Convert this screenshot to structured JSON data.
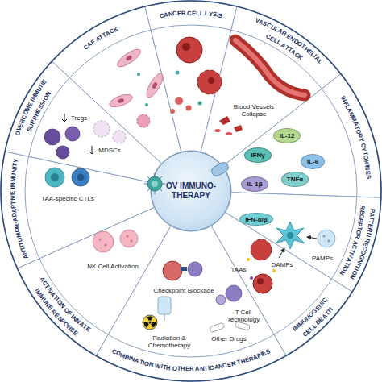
{
  "diagram": {
    "nodes": [
      {
        "text": [
          "CAF ATTACK"
        ]
      },
      {
        "text": [
          "CANCER CELL LYSIS"
        ]
      },
      {
        "text": [
          "VASCULAR ENDOTHELIAL CELL ATTACK"
        ]
      },
      {
        "text": [
          "INFLAMMATORY CYTOKINES"
        ]
      },
      {
        "text": [
          "PATTERN RECOGNITION RECEPTOR ACTIVATION"
        ]
      },
      {
        "text": [
          "IMMUNOGENIC CELL DEATH"
        ]
      },
      {
        "text": [
          "COMBINATION WITH OTHER ANTICANCER THERAPIES"
        ]
      },
      {
        "text": [
          "ACTIVATION OF INNATE IMMUNE RESPONSE"
        ]
      },
      {
        "text": [
          "ANTITUMOR-ADAPTIVE IMMUNITY"
        ]
      },
      {
        "text": [
          "OVERCOME IMMUNE SUPPRESSION"
        ]
      },
      {
        "text": [
          "OV IMMUNO-THERAPY"
        ]
      },
      {
        "text": [
          "IL-12"
        ],
        "in": 3
      },
      {
        "text": [
          "IFNγ"
        ],
        "in": 3
      },
      {
        "text": [
          "IL-6"
        ],
        "in": 3
      },
      {
        "text": [
          "IL-1β"
        ],
        "in": 3
      },
      {
        "text": [
          "TNFα"
        ],
        "in": 3
      },
      {
        "text": [
          "IFN-α/β"
        ],
        "in": 4
      }
    ],
    "labels": [
      "Tregs",
      "MDSCs",
      "TAA-specific CTLs",
      "NK Cell Activation",
      "Blood Vessels Collapse",
      "PAMPs",
      "DAMPs",
      "TAAs",
      "Checkpoint Blockade",
      "T Cell Technology",
      "Radiation & Chemotherapy",
      "Other Drugs"
    ]
  }
}
